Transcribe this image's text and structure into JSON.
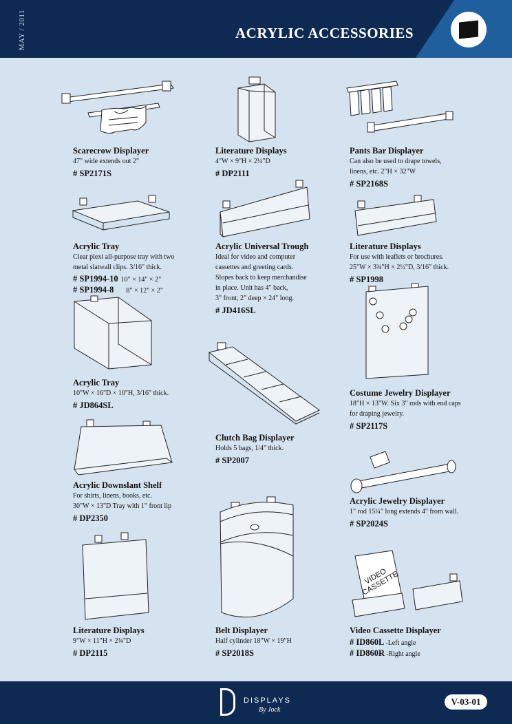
{
  "header": {
    "date": "MAY / 2011",
    "title": "ACRYLIC ACCESSORIES"
  },
  "footer": {
    "brand_top": "DISPLAYS",
    "brand_bottom": "By Jock",
    "page_number": "V-03-01"
  },
  "products": [
    {
      "title": "Scarecrow Displayer",
      "desc": [
        "47\" wide extends out 2\""
      ],
      "codes": [
        {
          "code": "# SP2171S",
          "detail": ""
        }
      ]
    },
    {
      "title": "Literature Displays",
      "desc": [
        "4\"W × 9\"H × 2¼\"D"
      ],
      "codes": [
        {
          "code": "# DP2111",
          "detail": ""
        }
      ]
    },
    {
      "title": "Pants Bar Displayer",
      "desc": [
        "Can also be used to drape towels,",
        "linens, etc. 2\"H × 32\"W"
      ],
      "codes": [
        {
          "code": "# SP2168S",
          "detail": ""
        }
      ]
    },
    {
      "title": "Acrylic Tray",
      "desc": [
        "Clear plexi all-purpose tray with two",
        "metal slatwall clips. 3/16\" thick."
      ],
      "codes": [
        {
          "code": "# SP1994-10",
          "detail": "10\" × 14\" × 2\""
        },
        {
          "code": "# SP1994-8",
          "detail": "8\" × 12\" × 2\""
        }
      ]
    },
    {
      "title": "Acrylic Universal Trough",
      "desc": [
        "Ideal for video and computer",
        "cassettes and greeting cards.",
        "Slopes back to keep merchandise",
        "in place. Unit has 4\" back,",
        "3\" front, 2\" deep × 24\" long."
      ],
      "codes": [
        {
          "code": "# JD416SL",
          "detail": ""
        }
      ]
    },
    {
      "title": "Literature Displays",
      "desc": [
        "For use with leaflets or brochures.",
        "25\"W × 3¾\"H × 2½\"D, 3/16\" thick."
      ],
      "codes": [
        {
          "code": "# SP1998",
          "detail": ""
        }
      ]
    },
    {
      "title": "Acrylic Tray",
      "desc": [
        "10\"W × 16\"D × 10\"H, 3/16\" thick."
      ],
      "codes": [
        {
          "code": "# JD864SL",
          "detail": ""
        }
      ]
    },
    {
      "title": "Clutch Bag Displayer",
      "desc": [
        "Holds 5 bags, 1/4\" thick."
      ],
      "codes": [
        {
          "code": "# SP2007",
          "detail": ""
        }
      ]
    },
    {
      "title": "Costume Jewelry Displayer",
      "desc": [
        "18\"H × 13\"W.  Six 3\" rods with end caps",
        "for draping jewelry."
      ],
      "codes": [
        {
          "code": "# SP2117S",
          "detail": ""
        }
      ]
    },
    {
      "title": "Acrylic Downslant Shelf",
      "desc": [
        "For shirts, linens, books, etc.",
        "30\"W × 13\"D Tray with 1\" front lip"
      ],
      "codes": [
        {
          "code": "# DP2350",
          "detail": ""
        }
      ]
    },
    {
      "title": "Acrylic Jewelry Displayer",
      "desc": [
        "1\" rod 15¼\" long extends 4\" from wall."
      ],
      "codes": [
        {
          "code": "# SP2024S",
          "detail": ""
        }
      ]
    },
    {
      "title": "Literature Displays",
      "desc": [
        "9\"W × 11\"H × 2¾\"D"
      ],
      "codes": [
        {
          "code": "# DP2115",
          "detail": ""
        }
      ]
    },
    {
      "title": "Belt Displayer",
      "desc": [
        "Half cylinder 18\"W × 19\"H"
      ],
      "codes": [
        {
          "code": "# SP2018S",
          "detail": ""
        }
      ]
    },
    {
      "title": "Video Cassette Displayer",
      "desc": [],
      "codes": [
        {
          "code": "# ID860L",
          "detail": "-Left angle"
        },
        {
          "code": "# ID860R",
          "detail": "-Right angle"
        }
      ]
    }
  ],
  "illustration_text": {
    "cassette_line1": "VIDEO",
    "cassette_line2": "CASSETTE"
  },
  "icons": {
    "logo": "slatwall-logo-icon",
    "brand": "displays-p-logo-icon"
  },
  "colors": {
    "header": "#0f2a52",
    "accent": "#1f5f9e",
    "background": "#d5e2ef"
  }
}
